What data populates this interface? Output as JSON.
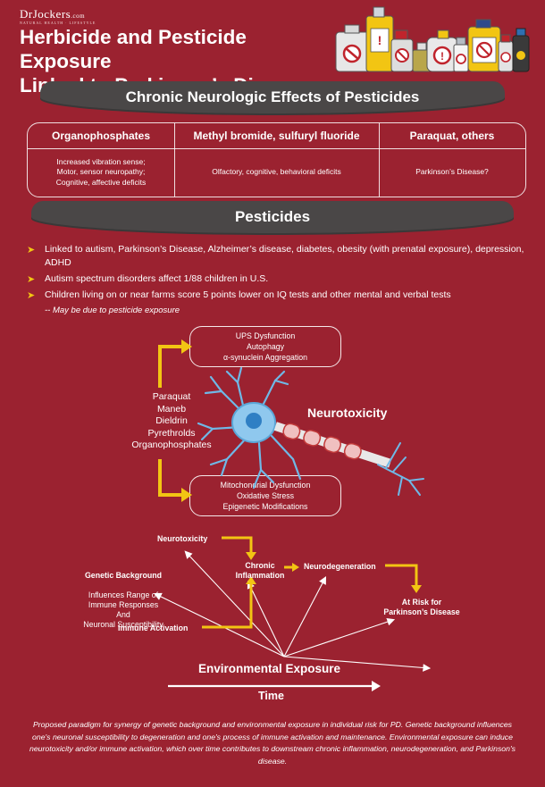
{
  "logo": {
    "name": "DrJockers",
    "domain": ".com",
    "tagline": "NATURAL HEALTH · LIFESTYLE"
  },
  "title": {
    "line1": "Herbicide and Pesticide Exposure",
    "line2": "Linked to Parkinson’s Disease"
  },
  "section1": {
    "heading": "Chronic Neurologic Effects of Pesticides"
  },
  "table": {
    "columns": [
      {
        "header": "Organophosphates",
        "cell": "Increased vibration sense;\nMotor, sensor neuropathy;\nCognitive, affective deficits"
      },
      {
        "header": "Methyl bromide, sulfuryl fluoride",
        "cell": "Olfactory, cognitive, behavioral deficits"
      },
      {
        "header": "Paraquat, others",
        "cell": "Parkinson’s Disease?"
      }
    ]
  },
  "section2": {
    "heading": "Pesticides"
  },
  "bullets": [
    "Linked to autism, Parkinson’s Disease, Alzheimer’s disease, diabetes, obesity (with prenatal exposure), depression, ADHD",
    "Autism spectrum disorders affect 1/88 children in U.S.",
    "Children living on or near farms score 5 points lower on IQ tests and other mental and verbal tests"
  ],
  "bullet_note": "-- May be due to pesticide exposure",
  "neuron_diagram": {
    "top_box": "UPS Dysfunction\nAutophagy\nα-synuclein Aggregation",
    "pesticides": "Paraquat\nManeb\nDieldrin\nPyrethrolds\nOrganophosphates",
    "bottom_box": "Mitochondrial Dysfunction\nOxidative Stress\nEpigenetic Modifications",
    "neurotoxicity_label": "Neurotoxicity"
  },
  "paradigm": {
    "neurotoxicity": "Neurotoxicity",
    "genetic_title": "Genetic Background",
    "genetic_text": "Influences Range of\nImmune Responses\nAnd\nNeuronal Susceptibility",
    "chronic": "Chronic\nInflammation",
    "neurodegeneration": "Neurodegeneration",
    "risk": "At Risk for\nParkinson’s Disease",
    "immune": "Immune Activation",
    "environmental": "Environmental Exposure",
    "time": "Time"
  },
  "caption": "Proposed paradigm for synergy of genetic background and environmental exposure in individual risk for PD. Genetic background influences one's neuronal susceptibility to degeneration and one's process of immune activation and maintenance. Environmental exposure can induce neurotoxicity and/or immune activation, which over time contributes to downstream chronic inflammation, neurodegeneration, and Parkinson's disease.",
  "colors": {
    "background": "#9b2230",
    "heading_bar": "#4a4747",
    "accent_yellow": "#f2c513",
    "neuron_blue": "#6fb8e6"
  }
}
